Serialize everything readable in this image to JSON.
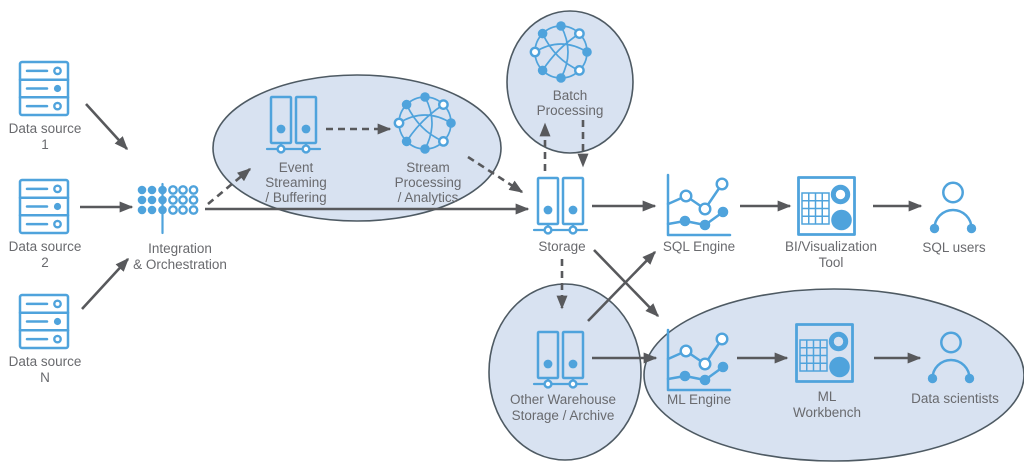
{
  "colors": {
    "icon_blue": "#4FA3DC",
    "ellipse_fill": "#D8E2F1",
    "ellipse_stroke": "#4E5A63",
    "arrow_gray": "#58595C",
    "label_gray": "#696A6E"
  },
  "nodes": {
    "ds1": {
      "icon": "server-icon",
      "line1": "Data source",
      "line2": "1"
    },
    "ds2": {
      "icon": "server-icon",
      "line1": "Data source",
      "line2": "2"
    },
    "dsn": {
      "icon": "server-icon",
      "line1": "Data source",
      "line2": "N"
    },
    "integration": {
      "icon": "dots-matrix-icon",
      "line1": "Integration",
      "line2": "& Orchestration"
    },
    "event_streaming": {
      "icon": "queue-tanks-icon",
      "line1": "Event",
      "line2": "Streaming",
      "line3": "/ Buffering"
    },
    "stream_processing": {
      "icon": "network-globe-icon",
      "line1": "Stream",
      "line2": "Processing",
      "line3": "/ Analytics"
    },
    "batch_processing": {
      "icon": "network-globe-icon",
      "line1": "Batch",
      "line2": "Processing"
    },
    "storage": {
      "icon": "storage-tanks-icon",
      "line1": "Storage"
    },
    "sql_engine": {
      "icon": "line-chart-icon",
      "line1": "SQL Engine"
    },
    "bi_tool": {
      "icon": "dashboard-icon",
      "line1": "BI/Visualization",
      "line2": "Tool"
    },
    "sql_users": {
      "icon": "person-icon",
      "line1": "SQL users"
    },
    "other_warehouse": {
      "icon": "storage-tanks-icon",
      "line1": "Other Warehouse",
      "line2": "Storage / Archive"
    },
    "ml_engine": {
      "icon": "line-chart-icon",
      "line1": "ML Engine"
    },
    "ml_workbench": {
      "icon": "dashboard-icon",
      "line1": "ML",
      "line2": "Workbench"
    },
    "data_scientists": {
      "icon": "person-icon",
      "line1": "Data scientists"
    }
  }
}
